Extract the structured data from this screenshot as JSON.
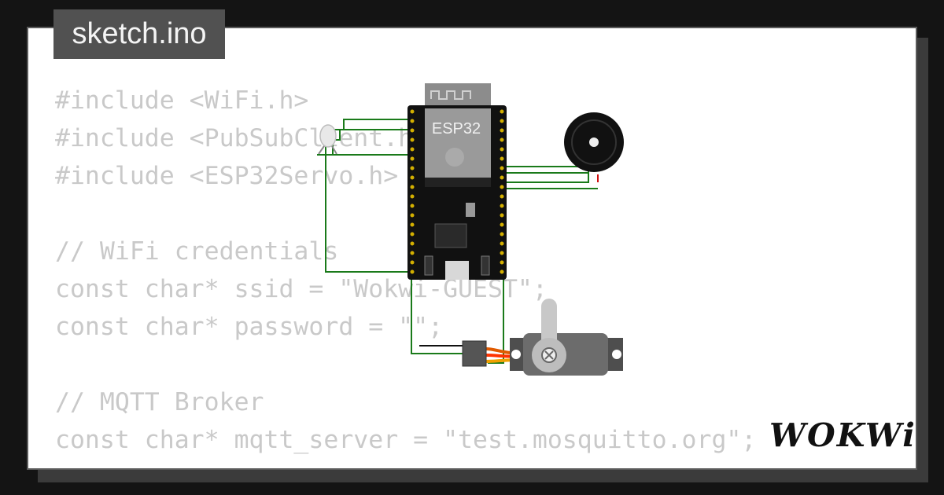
{
  "tab": {
    "title": "sketch.ino"
  },
  "code_lines": [
    "#include <WiFi.h>",
    "#include <PubSubClient.h>",
    "#include <ESP32Servo.h>",
    "",
    "// WiFi credentials",
    "const char* ssid = \"Wokwi-GUEST\";",
    "const char* password = \"\";",
    "",
    "// MQTT Broker",
    "const char* mqtt_server = \"test.mosquitto.org\";"
  ],
  "circuit": {
    "board_label": "ESP32",
    "components": [
      "esp32-board",
      "led",
      "buzzer",
      "servo"
    ],
    "wire_color": "#1a7a1a"
  },
  "brand": {
    "logo_text": "WOKWi"
  },
  "colors": {
    "background": "#141414",
    "panel": "#ffffff",
    "tab": "#515151",
    "code_text": "#c9c9c9"
  }
}
